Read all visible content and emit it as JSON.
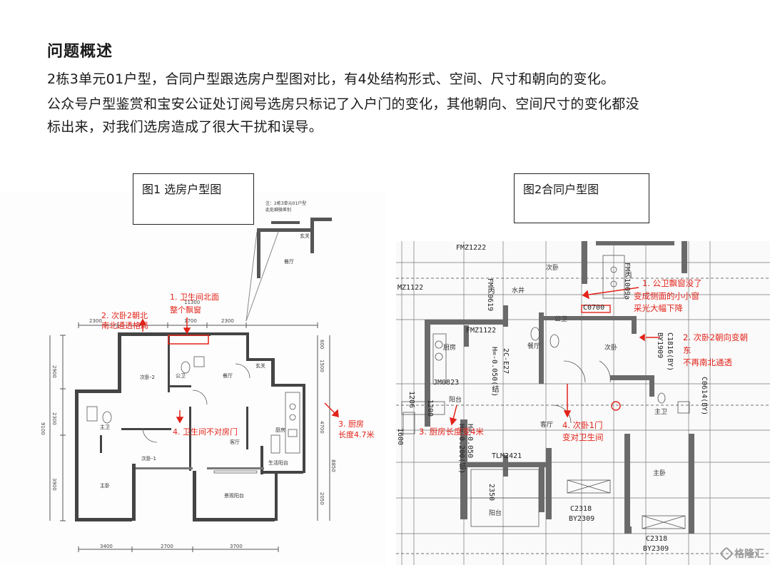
{
  "heading": "问题概述",
  "paragraphs": [
    "2栋3单元01户型，合同户型跟选房户型图对比，有4处结构形式、空间、尺寸和朝向的变化。",
    "公众号户型鉴赏和宝安公证处订阅号选房只标记了入户门的变化，其他朝向、空间尺寸的变化都没",
    "标出来，对我们选房造成了很大干扰和误导。"
  ],
  "figure1": {
    "caption": "图1  选房户型图",
    "top_note": [
      "注：2栋3单元01户型",
      "此处细微差别"
    ],
    "annotations": [
      {
        "lines": [
          "1. 卫生间北面",
          "整个飘窗"
        ]
      },
      {
        "lines": [
          "2. 次卧2朝北",
          "南北通透格局"
        ]
      },
      {
        "lines": [
          "3. 厨房",
          "长度4.7米"
        ]
      },
      {
        "lines": [
          "4. 卫生间不对房门"
        ]
      }
    ],
    "rooms": [
      "玄关",
      "餐厅",
      "次卧-2",
      "公卫",
      "餐厅",
      "玄关",
      "主卫",
      "客厅",
      "厨房",
      "次卧-1",
      "生活阳台",
      "主卧",
      "景观阳台"
    ],
    "dims_top": [
      "2300",
      "11300",
      "1700",
      "2300"
    ],
    "dims_bottom": [
      "3400",
      "2700",
      "3700"
    ],
    "dims_left": [
      "2900",
      "2300",
      "3900",
      "9100"
    ],
    "dims_right": [
      "600",
      "1500",
      "4700",
      "8850",
      "2050"
    ]
  },
  "figure2": {
    "caption": "图2合同户型图",
    "annotations": [
      {
        "lines": [
          "1. 公卫飘窗没了",
          "变成侧面的小小窗",
          "采光大幅下降"
        ]
      },
      {
        "lines": [
          "2. 次卧2朝向变朝",
          "东",
          "不再南北通透"
        ]
      },
      {
        "lines": [
          "3. 厨房长度变4米"
        ]
      },
      {
        "lines": [
          "4. 次卧1门",
          "变对卫生间"
        ]
      }
    ],
    "tags": [
      "FMZ1222",
      "MZ1122",
      "FMZ1122",
      "FM丙0619",
      "FM丙1009a",
      "C0700",
      "C1816(BY)",
      "BY1909",
      "C0614(BY)",
      "2C-E27",
      "H=-0.050(结)",
      "JM0823",
      "1206",
      "1200",
      "1600",
      "TLM2421",
      "H=-0.050",
      "H=-0.200(结)",
      "2350",
      "C2318",
      "BY2309",
      "C2318",
      "BY2309"
    ],
    "rooms": [
      "水井",
      "餐厅",
      "公卫",
      "次卧",
      "厨房",
      "阳台",
      "次卧",
      "客厅",
      "主卫",
      "主卧",
      "阳台"
    ]
  },
  "watermark": "格隆汇"
}
